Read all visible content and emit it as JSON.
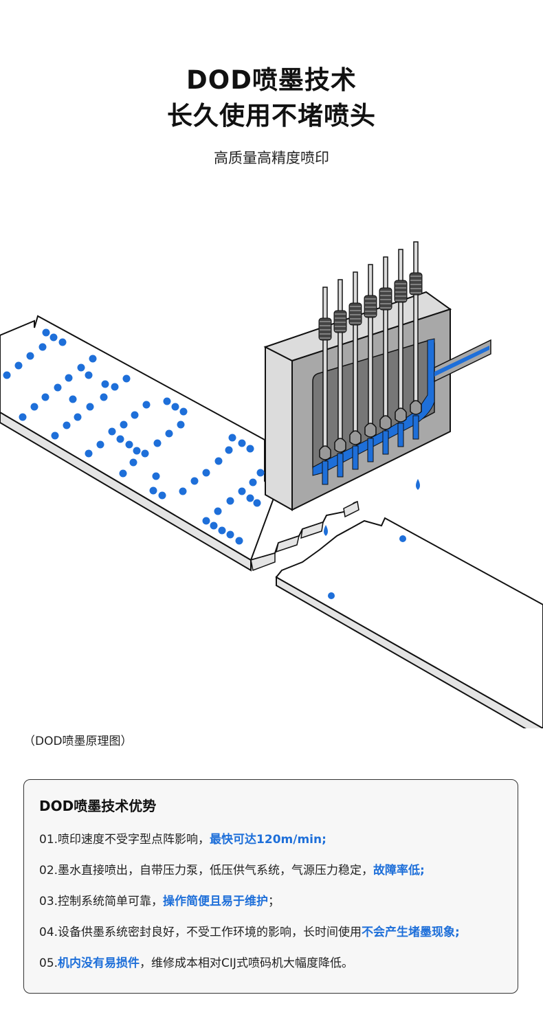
{
  "header": {
    "title_line1": "DOD喷墨技术",
    "title_line2": "长久使用不堵喷头",
    "subtitle": "高质量高精度喷印"
  },
  "illustration": {
    "description": "DOD inkjet print head depositing dot-matrix ink onto moving substrate",
    "ink_color": "#1e6fd9",
    "nozzle_count": 7
  },
  "caption": "（DOD喷墨原理图）",
  "advantages": {
    "title": "DOD喷墨技术优势",
    "items": [
      {
        "prefix": "01.喷印速度不受字型点阵影响，",
        "highlight": "最快可达120m/min;",
        "suffix": ""
      },
      {
        "prefix": "02.墨水直接喷出，自带压力泵，低压供气系统，气源压力稳定，",
        "highlight": "故障率低;",
        "suffix": ""
      },
      {
        "prefix": "03.控制系统简单可靠，",
        "highlight": "操作简便且易于维护",
        "suffix": "；"
      },
      {
        "prefix": "04.设备供墨系统密封良好，不受工作环境的影响，长时间使用",
        "highlight": "不会产生堵墨现象;",
        "suffix": ""
      },
      {
        "prefix": "05.",
        "highlight": "机内没有易损件",
        "suffix": "，维修成本相对CIJ式喷码机大幅度降低。"
      }
    ]
  }
}
